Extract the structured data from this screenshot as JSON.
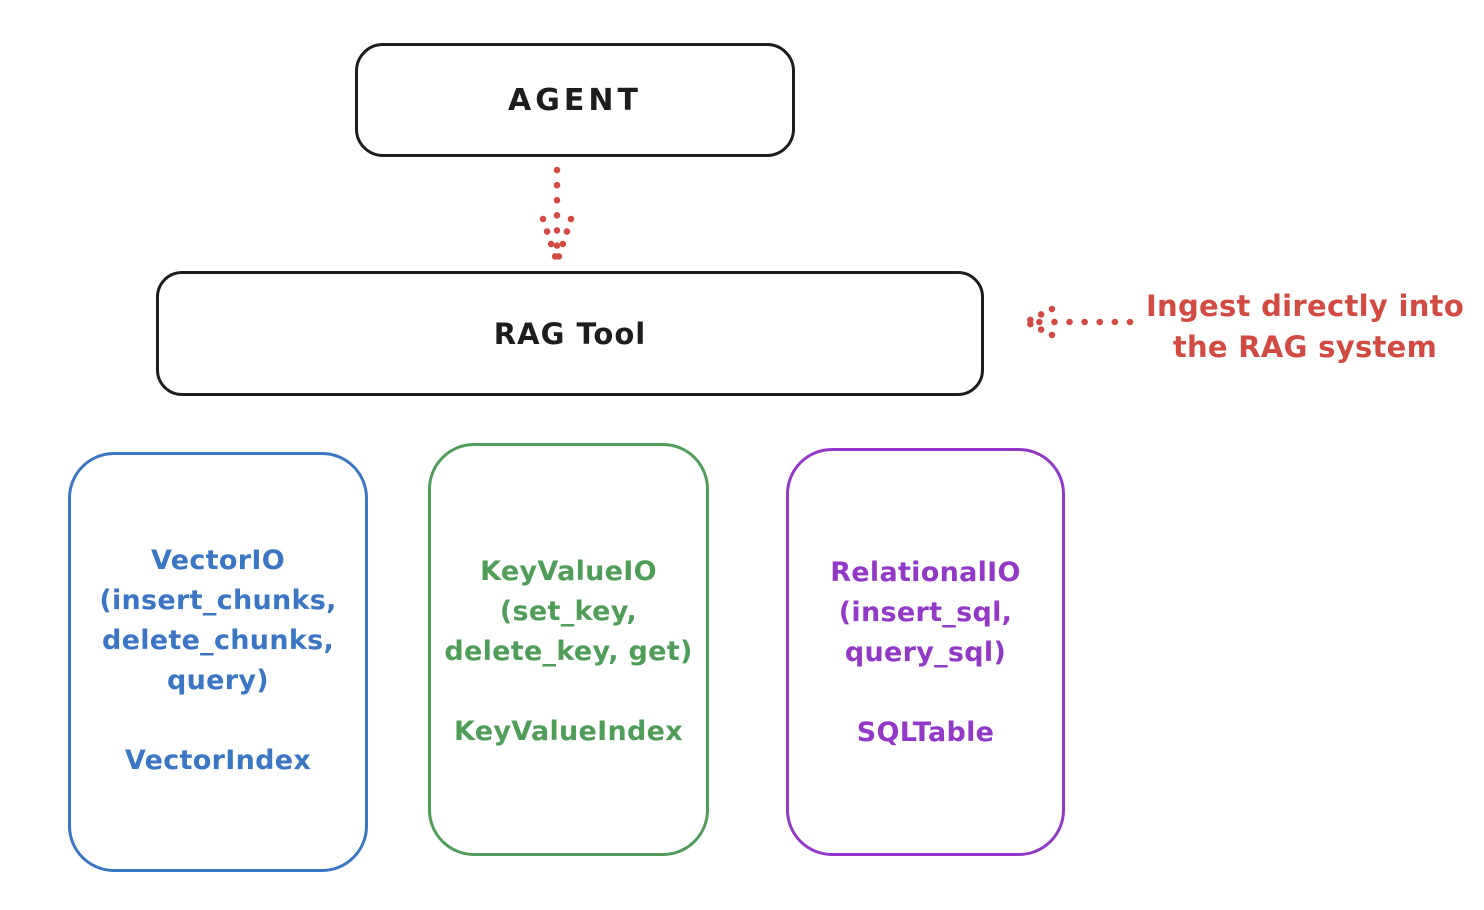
{
  "colors": {
    "ink": "#1d1d1d",
    "accent_red": "#d24b43",
    "vector_blue": "#3b76c4",
    "keyvalue_green": "#4f9d58",
    "relational_purple": "#9239c8",
    "background": "#ffffff"
  },
  "agent_box": {
    "label": "AGENT"
  },
  "rag_tool_box": {
    "label": "RAG Tool"
  },
  "annotation": {
    "lines": [
      "Ingest directly into",
      "the RAG system"
    ]
  },
  "backends": [
    {
      "id": "vector-io",
      "lines": [
        "VectorIO",
        "(insert_chunks,",
        "delete_chunks,",
        "query)"
      ],
      "index_label": "VectorIndex"
    },
    {
      "id": "keyvalue-io",
      "lines": [
        "KeyValueIO",
        "(set_key,",
        "delete_key, get)"
      ],
      "index_label": "KeyValueIndex"
    },
    {
      "id": "relational-io",
      "lines": [
        "RelationalIO",
        "(insert_sql,",
        "query_sql)"
      ],
      "index_label": "SQLTable"
    }
  ]
}
